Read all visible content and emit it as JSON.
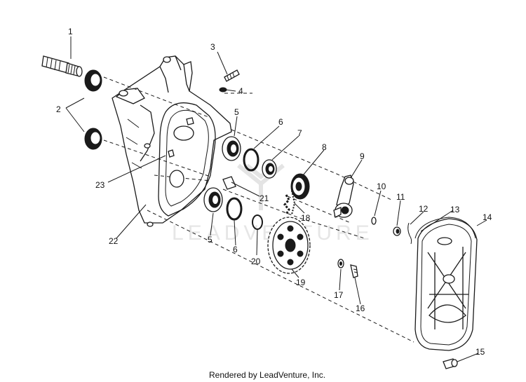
{
  "diagram": {
    "part_labels": [
      "1",
      "2",
      "3",
      "4",
      "5",
      "6",
      "7",
      "8",
      "9",
      "10",
      "11",
      "12",
      "13",
      "14",
      "5",
      "6",
      "20",
      "21",
      "22",
      "23",
      "18",
      "19",
      "17",
      "16",
      "15"
    ],
    "footer_text": "Rendered by LeadVenture, Inc.",
    "watermark_text": "LEADVENTURE"
  }
}
